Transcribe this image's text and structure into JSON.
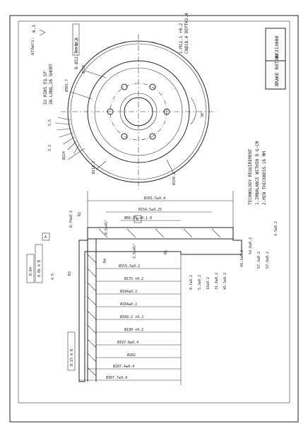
{
  "title_block": {
    "part_name": "BRAKE ROTOR",
    "part_number": "BK313080"
  },
  "surface_note": {
    "label": "others:",
    "symbol": "6.3"
  },
  "notes": {
    "ribs": "52 RIBS EQ.SP",
    "ribs_detail": "26 LONG,26 SHORT",
    "holes": "6-Ø12.7 +0.2",
    "hole_tol": "Ø0.20 A",
    "threads": "1-M12.1 +0.2",
    "thread_depth": "C8Ø18.4 DEPTH3.4"
  },
  "tech_requirements": {
    "heading": "TECHNOLOGY REQUIREMENT",
    "items": [
      "1.IMBALANCE WITHIN 8 G-CM",
      "2.MIN THICKNESS 16 MM"
    ]
  },
  "front_view_dims": [
    "Ø301.7",
    "Ø218",
    "Ø224",
    "Ø114.3",
    "Ø159.2",
    "30°",
    "5.5",
    "3.3"
  ],
  "section_horizontal_dims": [
    "Ø281.5±0.4",
    "Ø154.5±0.25",
    "Ø66.05 +0.1 0",
    "Ø155.3±0.2",
    "Ø175 +0.2",
    "Ø184±0.2",
    "Ø184±0.2",
    "Ø189.2 +0.2",
    "Ø190 +0.2",
    "Ø197.8±0.4",
    "Ø282",
    "Ø287.4±0.4",
    "Ø307.7±0.4"
  ],
  "section_vertical_dims": [
    "0.7±0.2",
    "5.3±0.2",
    "18±0.2",
    "31.8±0.2",
    "45.3±0.2",
    "49.3±0.2",
    "54.8±0.2",
    "57.3±0.2",
    "57.8±0.2",
    "4.9±0.2",
    "0.74±0.2",
    "3.5x45°",
    "0.5x45°",
    "R4",
    "R1",
    "R2",
    "R3",
    "4.5"
  ],
  "tolerance_frames": [
    "0.04",
    "0.06 A B",
    "0.15 A B"
  ],
  "datum_labels": [
    "A",
    "B"
  ]
}
